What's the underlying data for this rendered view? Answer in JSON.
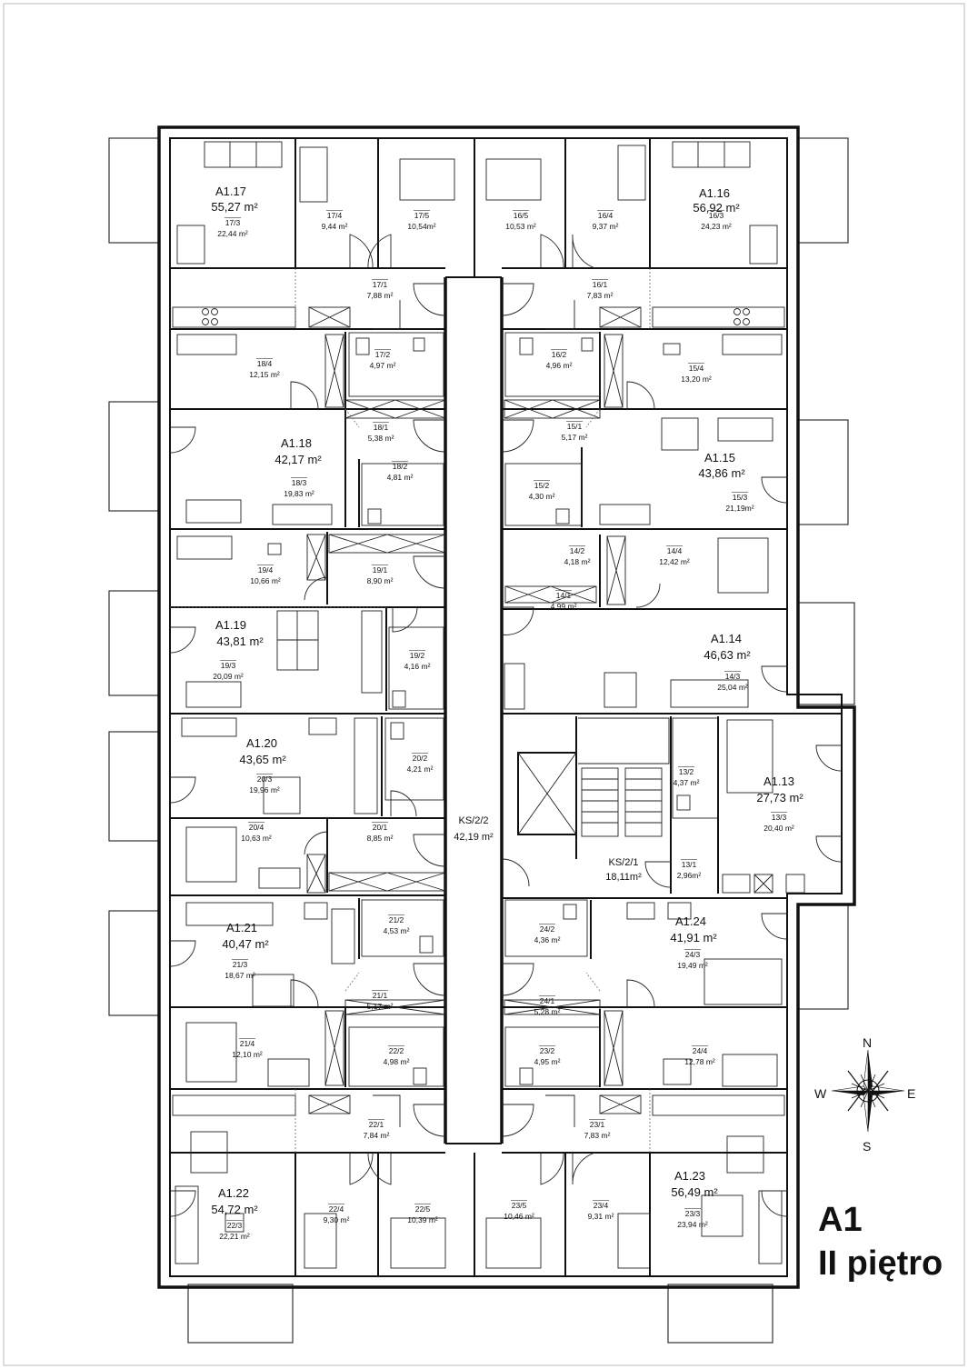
{
  "plan": {
    "building": "A1",
    "floor": "II piętro",
    "compass": {
      "n": "N",
      "s": "S",
      "e": "E",
      "w": "W"
    },
    "corridors": [
      {
        "code": "KS/2/2",
        "area": "42,19 m²"
      },
      {
        "code": "KS/2/1",
        "area": "18,11m²"
      }
    ],
    "apartments": [
      {
        "code": "A1.17",
        "area": "55,27 m²"
      },
      {
        "code": "A1.16",
        "area": "56,92 m²"
      },
      {
        "code": "A1.18",
        "area": "42,17 m²"
      },
      {
        "code": "A1.15",
        "area": "43,86 m²"
      },
      {
        "code": "A1.19",
        "area": "43,81 m²"
      },
      {
        "code": "A1.14",
        "area": "46,63 m²"
      },
      {
        "code": "A1.20",
        "area": "43,65 m²"
      },
      {
        "code": "A1.13",
        "area": "27,73 m²"
      },
      {
        "code": "A1.21",
        "area": "40,47 m²"
      },
      {
        "code": "A1.24",
        "area": "41,91 m²"
      },
      {
        "code": "A1.22",
        "area": "54,72 m²"
      },
      {
        "code": "A1.23",
        "area": "56,49 m²"
      }
    ],
    "rooms": [
      {
        "id": "17/3",
        "area": "22,44 m²"
      },
      {
        "id": "17/4",
        "area": "9,44 m²"
      },
      {
        "id": "17/5",
        "area": "10,54m²"
      },
      {
        "id": "16/5",
        "area": "10,53 m²"
      },
      {
        "id": "16/4",
        "area": "9,37 m²"
      },
      {
        "id": "16/3",
        "area": "24,23 m²"
      },
      {
        "id": "17/1",
        "area": "7,88 m²"
      },
      {
        "id": "16/1",
        "area": "7,83 m²"
      },
      {
        "id": "18/4",
        "area": "12,15 m²"
      },
      {
        "id": "17/2",
        "area": "4,97 m²"
      },
      {
        "id": "16/2",
        "area": "4,96 m²"
      },
      {
        "id": "15/4",
        "area": "13,20 m²"
      },
      {
        "id": "18/1",
        "area": "5,38 m²"
      },
      {
        "id": "15/1",
        "area": "5,17 m²"
      },
      {
        "id": "18/3",
        "area": "19,83 m²"
      },
      {
        "id": "18/2",
        "area": "4,81 m²"
      },
      {
        "id": "15/2",
        "area": "4,30 m²"
      },
      {
        "id": "15/3",
        "area": "21,19m²"
      },
      {
        "id": "19/4",
        "area": "10,66 m²"
      },
      {
        "id": "19/1",
        "area": "8,90 m²"
      },
      {
        "id": "14/2",
        "area": "4,18 m²"
      },
      {
        "id": "14/4",
        "area": "12,42 m²"
      },
      {
        "id": "14/1",
        "area": "4,99 m²"
      },
      {
        "id": "19/3",
        "area": "20,09 m²"
      },
      {
        "id": "19/2",
        "area": "4,16 m²"
      },
      {
        "id": "14/3",
        "area": "25,04 m²"
      },
      {
        "id": "20/2",
        "area": "4,21 m²"
      },
      {
        "id": "20/3",
        "area": "19,96 m²"
      },
      {
        "id": "13/2",
        "area": "4,37 m²"
      },
      {
        "id": "13/3",
        "area": "20,40 m²"
      },
      {
        "id": "20/4",
        "area": "10,63 m²"
      },
      {
        "id": "20/1",
        "area": "8,85 m²"
      },
      {
        "id": "13/1",
        "area": "2,96m²"
      },
      {
        "id": "21/2",
        "area": "4,53 m²"
      },
      {
        "id": "24/2",
        "area": "4,36 m²"
      },
      {
        "id": "21/3",
        "area": "18,67 m²"
      },
      {
        "id": "24/3",
        "area": "19,49 m²"
      },
      {
        "id": "21/1",
        "area": "5,17 m²"
      },
      {
        "id": "24/1",
        "area": "5,28 m²"
      },
      {
        "id": "21/4",
        "area": "12,10 m²"
      },
      {
        "id": "22/2",
        "area": "4,98 m²"
      },
      {
        "id": "23/2",
        "area": "4,95 m²"
      },
      {
        "id": "24/4",
        "area": "12,78 m²"
      },
      {
        "id": "22/1",
        "area": "7,84 m²"
      },
      {
        "id": "23/1",
        "area": "7,83 m²"
      },
      {
        "id": "22/4",
        "area": "9,30 m²"
      },
      {
        "id": "22/5",
        "area": "10,39 m²"
      },
      {
        "id": "23/5",
        "area": "10,46 m²"
      },
      {
        "id": "23/4",
        "area": "9,31 m²"
      },
      {
        "id": "22/3",
        "area": "22,21 m²"
      },
      {
        "id": "23/3",
        "area": "23,94 m²"
      }
    ]
  }
}
